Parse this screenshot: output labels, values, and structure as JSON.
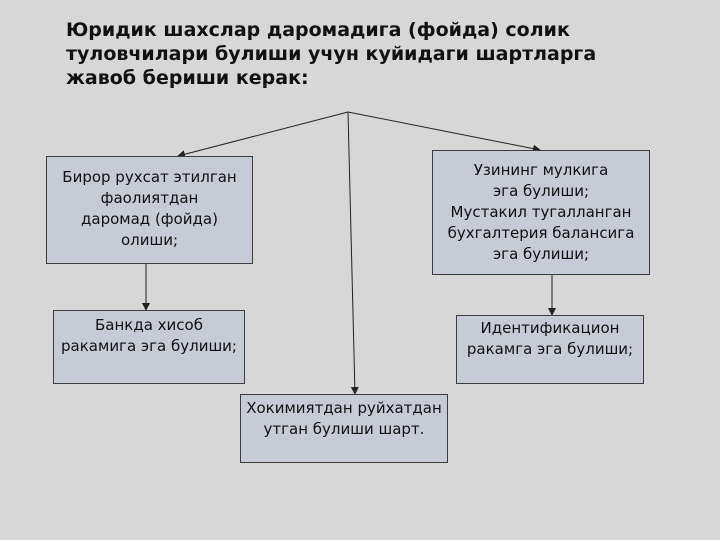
{
  "title": {
    "lines": [
      "Юридик шахслар даромадига (фойда) солик",
      "туловчилари булиши учун куйидаги шартларга",
      "жавоб бериши керак:"
    ]
  },
  "boxes": {
    "top_left": {
      "lines": [
        "Бирор рухсат этилган",
        "фаолиятдан",
        "даромад (фойда)",
        "олиши;"
      ]
    },
    "top_right": {
      "lines": [
        "Узининг мулкига",
        "эга булиши;",
        "Мустакил тугалланган",
        "бухгалтерия балансига",
        "эга булиши;"
      ]
    },
    "bottom_left": {
      "lines": [
        "Банкда  хисоб",
        "ракамига эга булиши;"
      ]
    },
    "bottom_right": {
      "lines": [
        "Идентификацион",
        "ракамга эга  булиши;"
      ]
    },
    "bottom_center": {
      "lines": [
        "Хокимиятдан руйхатдан",
        "утган булиши  шарт."
      ]
    }
  },
  "colors": {
    "background": "#d7d7d7",
    "box_fill": "#c6cbd6",
    "line": "#222222"
  }
}
